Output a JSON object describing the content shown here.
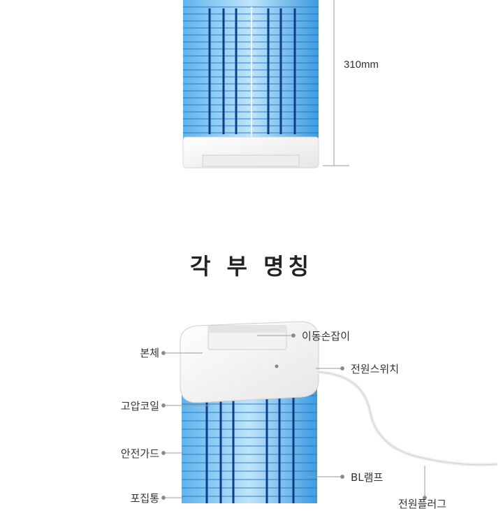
{
  "dimension": {
    "height_label": "310mm"
  },
  "section": {
    "title": "각 부 명칭"
  },
  "parts": {
    "handle": "이동손잡이",
    "body": "본체",
    "power_switch": "전원스위치",
    "coil": "고압코일",
    "guard": "안전가드",
    "lamp": "BL램프",
    "tray": "포집통",
    "plug": "전원플러그"
  },
  "colors": {
    "blue_light": "#9fd3f2",
    "blue_deep": "#2f86d6",
    "frame": "#f4f4f4",
    "line": "#9a9a9a"
  }
}
